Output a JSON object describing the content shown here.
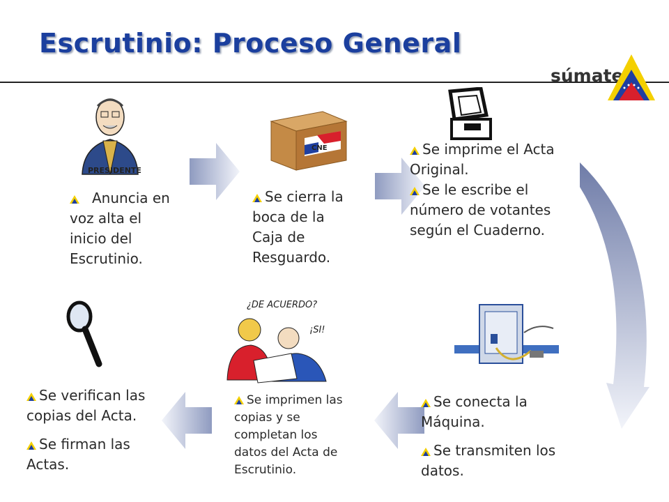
{
  "title": "Escrutinio:  Proceso General",
  "logo": {
    "text": "súmate",
    "colors": {
      "yellow": "#f4d000",
      "blue": "#1f3fa0",
      "red": "#d8202c"
    }
  },
  "steps": [
    {
      "id": "anuncia",
      "bullets": [
        "Anuncia en voz alta el inicio del Escrutinio."
      ],
      "image_caption": "PRESIDENTE"
    },
    {
      "id": "caja",
      "bullets": [
        "Se cierra la boca de la Caja de Resguardo."
      ],
      "image_caption": "CNE"
    },
    {
      "id": "acta",
      "bullets": [
        "Se imprime el Acta Original.",
        "Se le escribe el número de votantes según el Cuaderno."
      ]
    },
    {
      "id": "conecta",
      "bullets": [
        "Se conecta la Máquina.",
        "Se transmiten los datos."
      ]
    },
    {
      "id": "imprimen",
      "bullets": [
        "Se imprimen las copias y se completan los datos del Acta de Escrutinio."
      ],
      "speech": [
        "¿DE ACUERDO?",
        "¡SI!"
      ]
    },
    {
      "id": "verifican",
      "bullets": [
        "Se verifican las copias del Acta.",
        "Se firman las Actas."
      ]
    }
  ],
  "colors": {
    "title": "#1b3f9e",
    "arrow_dark": "#8f9bc0",
    "arrow_light": "#f2f4fa"
  }
}
